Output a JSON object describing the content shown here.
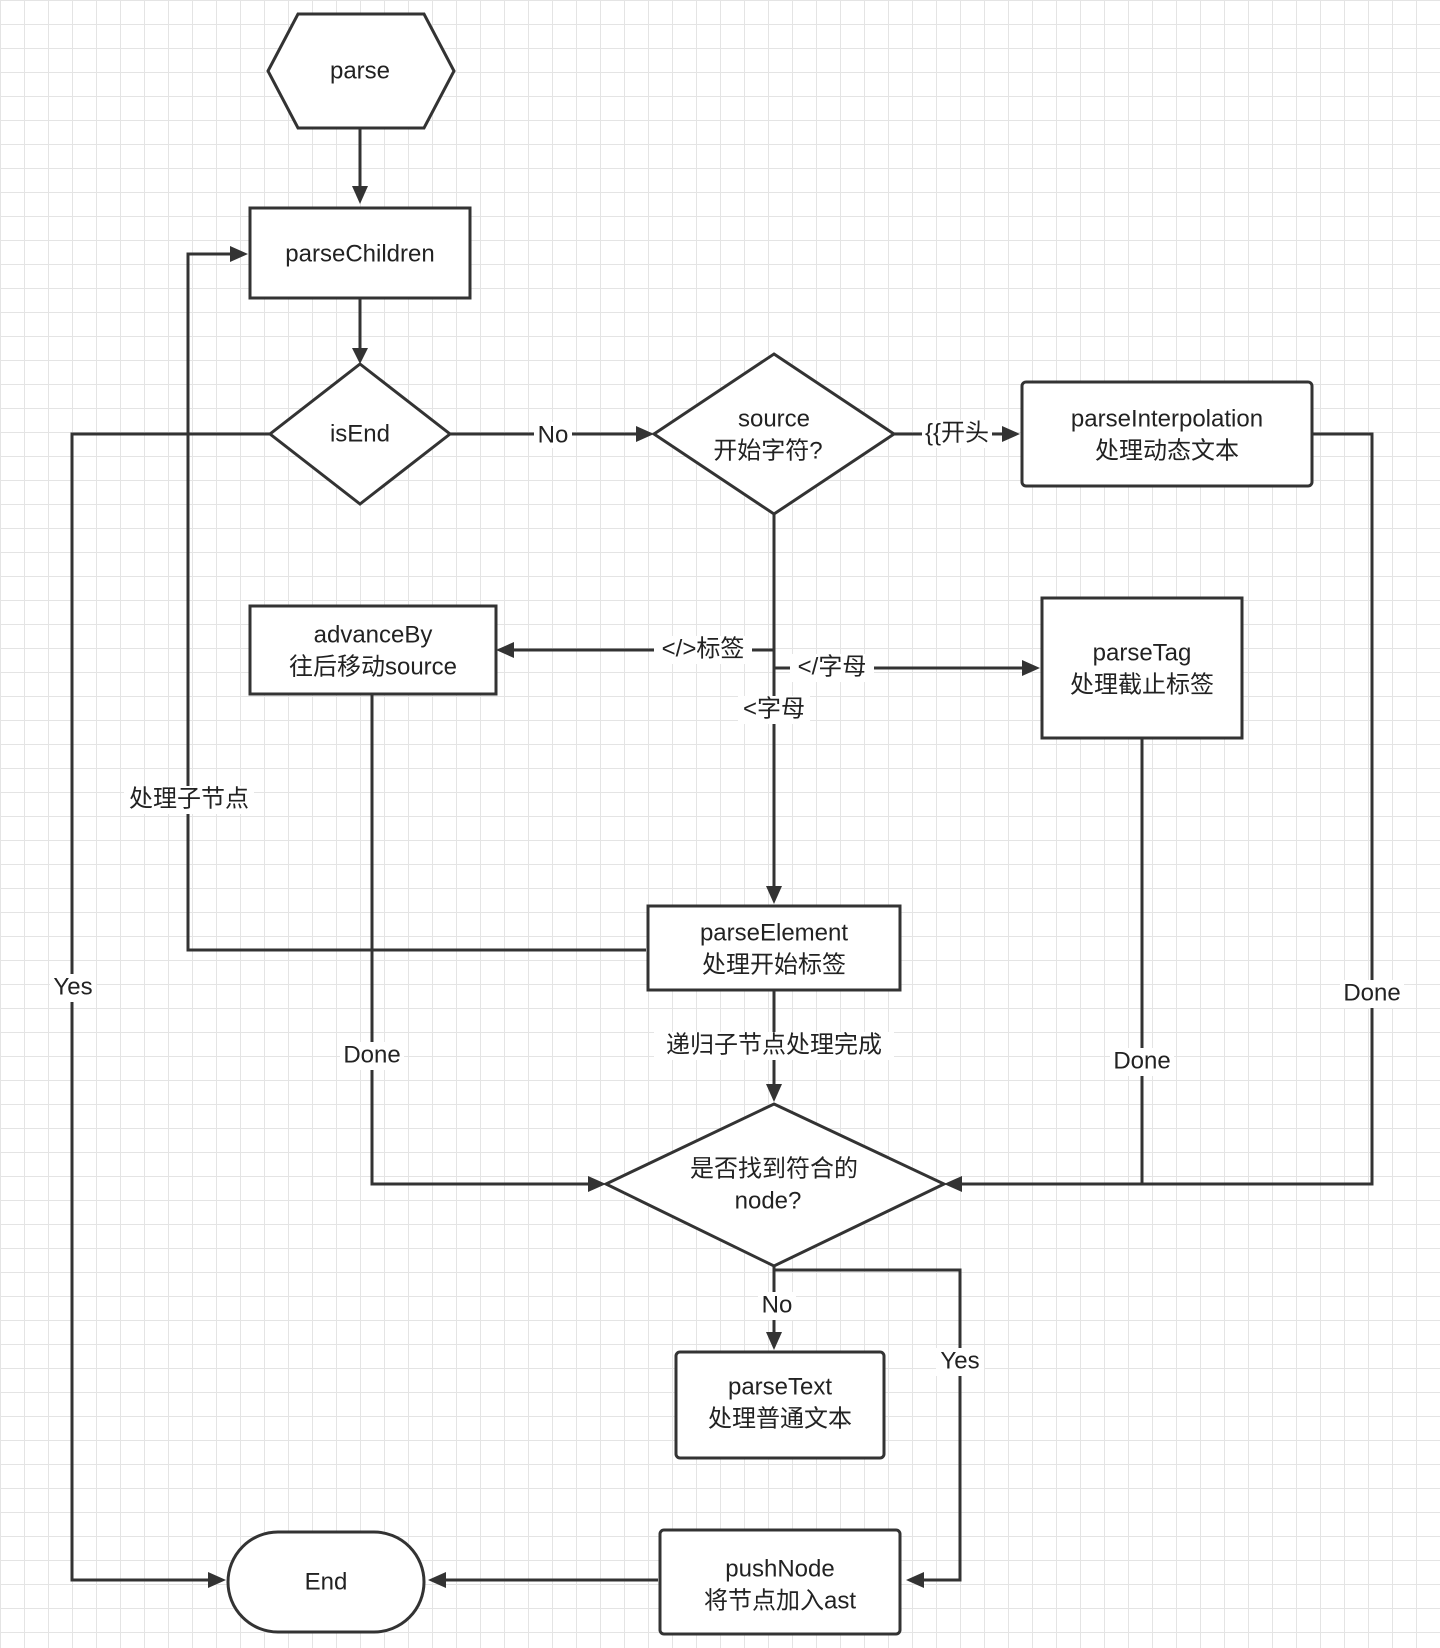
{
  "nodes": {
    "parse": {
      "line1": "parse"
    },
    "parseChildren": {
      "line1": "parseChildren"
    },
    "isEnd": {
      "line1": "isEnd"
    },
    "source": {
      "line1": "source",
      "line2": "开始字符?"
    },
    "parseInterpolation": {
      "line1": "parseInterpolation",
      "line2": "处理动态文本"
    },
    "advanceBy": {
      "line1": "advanceBy",
      "line2": "往后移动source"
    },
    "parseTag": {
      "line1": "parseTag",
      "line2": "处理截止标签"
    },
    "parseElement": {
      "line1": "parseElement",
      "line2": "处理开始标签"
    },
    "matchNode": {
      "line1": "是否找到符合的",
      "line2": "node?"
    },
    "parseText": {
      "line1": "parseText",
      "line2": "处理普通文本"
    },
    "pushNode": {
      "line1": "pushNode",
      "line2": "将节点加入ast"
    },
    "end": {
      "line1": "End"
    }
  },
  "edge_labels": {
    "isend_no": "No",
    "isend_yes": "Yes",
    "interp": "{{开头",
    "closing_tag": "</>标签",
    "close_letter": "</字母",
    "open_letter": "<字母",
    "children_loop": "处理子节点",
    "advance_done": "Done",
    "tag_done": "Done",
    "interp_done": "Done",
    "recursive_done": "递归子节点处理完成",
    "match_no": "No",
    "match_yes": "Yes"
  }
}
